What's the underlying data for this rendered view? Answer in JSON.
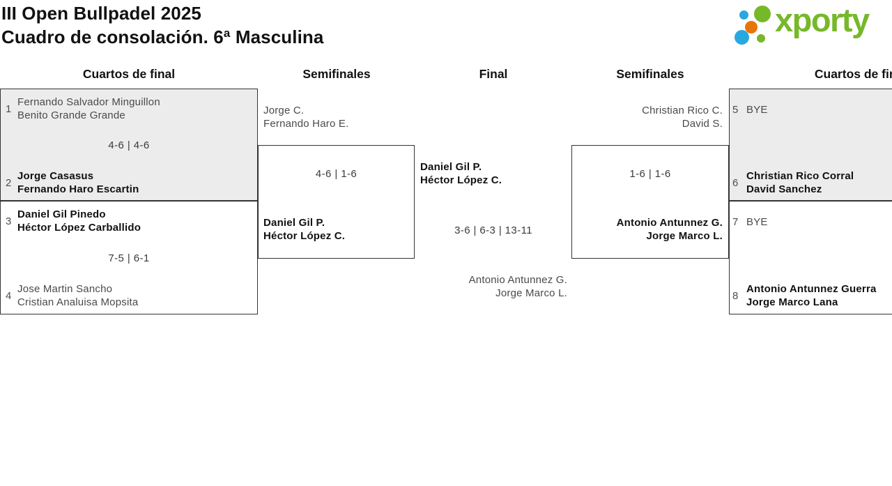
{
  "header": {
    "title_line1": "III Open Bullpadel 2025",
    "title_line2": "Cuadro de consolación. 6ª Masculina",
    "logo_text": "xporty",
    "logo_colors": {
      "green": "#76b82a",
      "blue": "#29a8e0",
      "orange": "#e8740a"
    }
  },
  "columns": [
    "Cuartos de final",
    "Semifinales",
    "Final",
    "Semifinales",
    "Cuartos de final"
  ],
  "bracket": {
    "qf_left_1": {
      "team1": {
        "seed": "1",
        "line1": "Fernando Salvador Minguillon",
        "line2": "Benito Grande Grande",
        "winner": false
      },
      "score": "4-6 | 4-6",
      "team2": {
        "seed": "2",
        "line1": "Jorge Casasus",
        "line2": "Fernando Haro Escartin",
        "winner": true
      }
    },
    "qf_left_2": {
      "team1": {
        "seed": "3",
        "line1": "Daniel Gil Pinedo",
        "line2": "Héctor López Carballido",
        "winner": true
      },
      "score": "7-5 | 6-1",
      "team2": {
        "seed": "4",
        "line1": "Jose Martin Sancho",
        "line2": "Cristian Analuisa Mopsita",
        "winner": false
      }
    },
    "sf_left": {
      "team1": {
        "line1": "Jorge C.",
        "line2": "Fernando Haro E.",
        "winner": false
      },
      "score": "4-6 | 1-6",
      "team2": {
        "line1": "Daniel Gil P.",
        "line2": "Héctor López C.",
        "winner": true
      }
    },
    "final": {
      "team1": {
        "line1": "Daniel Gil P.",
        "line2": "Héctor López C.",
        "winner": true
      },
      "score": "3-6 | 6-3 | 13-11",
      "team2": {
        "line1": "Antonio Antunnez G.",
        "line2": "Jorge Marco L.",
        "winner": false
      }
    },
    "sf_right": {
      "team1": {
        "line1": "Christian Rico C.",
        "line2": "David S.",
        "winner": false
      },
      "score": "1-6 | 1-6",
      "team2": {
        "line1": "Antonio Antunnez G.",
        "line2": "Jorge Marco L.",
        "winner": true
      }
    },
    "qf_right_1": {
      "team1": {
        "seed": "5",
        "line1": "BYE",
        "line2": "",
        "winner": false
      },
      "score": "",
      "team2": {
        "seed": "6",
        "line1": "Christian Rico Corral",
        "line2": "David Sanchez",
        "winner": true
      }
    },
    "qf_right_2": {
      "team1": {
        "seed": "7",
        "line1": "BYE",
        "line2": "",
        "winner": false
      },
      "score": "",
      "team2": {
        "seed": "8",
        "line1": "Antonio Antunnez Guerra",
        "line2": "Jorge Marco Lana",
        "winner": true
      }
    }
  }
}
